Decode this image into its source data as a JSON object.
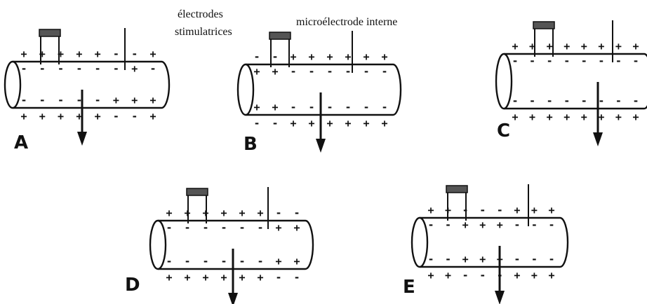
{
  "labels": {
    "stim_line1": "électrodes",
    "stim_line2": "stimulatrices",
    "micro": "microélectrode interne"
  },
  "panels": [
    {
      "letter": "A",
      "top_out": [
        "+",
        "+",
        "+",
        "+",
        "+",
        "-",
        "-",
        "+"
      ],
      "top_in": [
        "-",
        "-",
        "-",
        "-",
        "-",
        "-",
        "+",
        "-"
      ],
      "bot_in": [
        "-",
        "-",
        "-",
        "-",
        "-",
        "+",
        "+",
        "+"
      ],
      "bot_out": [
        "+",
        "+",
        "+",
        "+",
        "+",
        "-",
        "-",
        "+"
      ]
    },
    {
      "letter": "B",
      "top_out": [
        "-",
        "-",
        "+",
        "+",
        "+",
        "+",
        "+",
        "+"
      ],
      "top_in": [
        "+",
        "+",
        "-",
        "-",
        "-",
        "-",
        "-",
        "-"
      ],
      "bot_in": [
        "+",
        "+",
        "-",
        "-",
        "-",
        "-",
        "-",
        "-"
      ],
      "bot_out": [
        "-",
        "-",
        "+",
        "+",
        "+",
        "+",
        "+",
        "+"
      ]
    },
    {
      "letter": "C",
      "top_out": [
        "+",
        "+",
        "+",
        "+",
        "+",
        "+",
        "+",
        "+"
      ],
      "top_in": [
        "-",
        "-",
        "-",
        "-",
        "-",
        "-",
        "-",
        "-"
      ],
      "bot_in": [
        "-",
        "-",
        "-",
        "-",
        "-",
        "-",
        "-",
        "-"
      ],
      "bot_out": [
        "+",
        "+",
        "+",
        "+",
        "+",
        "+",
        "+",
        "+"
      ]
    },
    {
      "letter": "D",
      "top_out": [
        "+",
        "+",
        "+",
        "+",
        "+",
        "+",
        "-",
        "-"
      ],
      "top_in": [
        "-",
        "-",
        "-",
        "-",
        "-",
        "-",
        "+",
        "+"
      ],
      "bot_in": [
        "-",
        "-",
        "-",
        "-",
        "-",
        "-",
        "+",
        "+"
      ],
      "bot_out": [
        "+",
        "+",
        "+",
        "+",
        "+",
        "+",
        "-",
        "-"
      ]
    },
    {
      "letter": "E",
      "top_out": [
        "+",
        "+",
        "-",
        "-",
        "-",
        "+",
        "+",
        "+"
      ],
      "top_in": [
        "-",
        "-",
        "+",
        "+",
        "+",
        "-",
        "-",
        "-"
      ],
      "bot_in": [
        "-",
        "-",
        "+",
        "+",
        "+",
        "-",
        "-",
        "-"
      ],
      "bot_out": [
        "+",
        "+",
        "-",
        "-",
        "-",
        "+",
        "+",
        "+"
      ]
    }
  ],
  "colors": {
    "ink": "#111111",
    "paper": "#ffffff"
  }
}
